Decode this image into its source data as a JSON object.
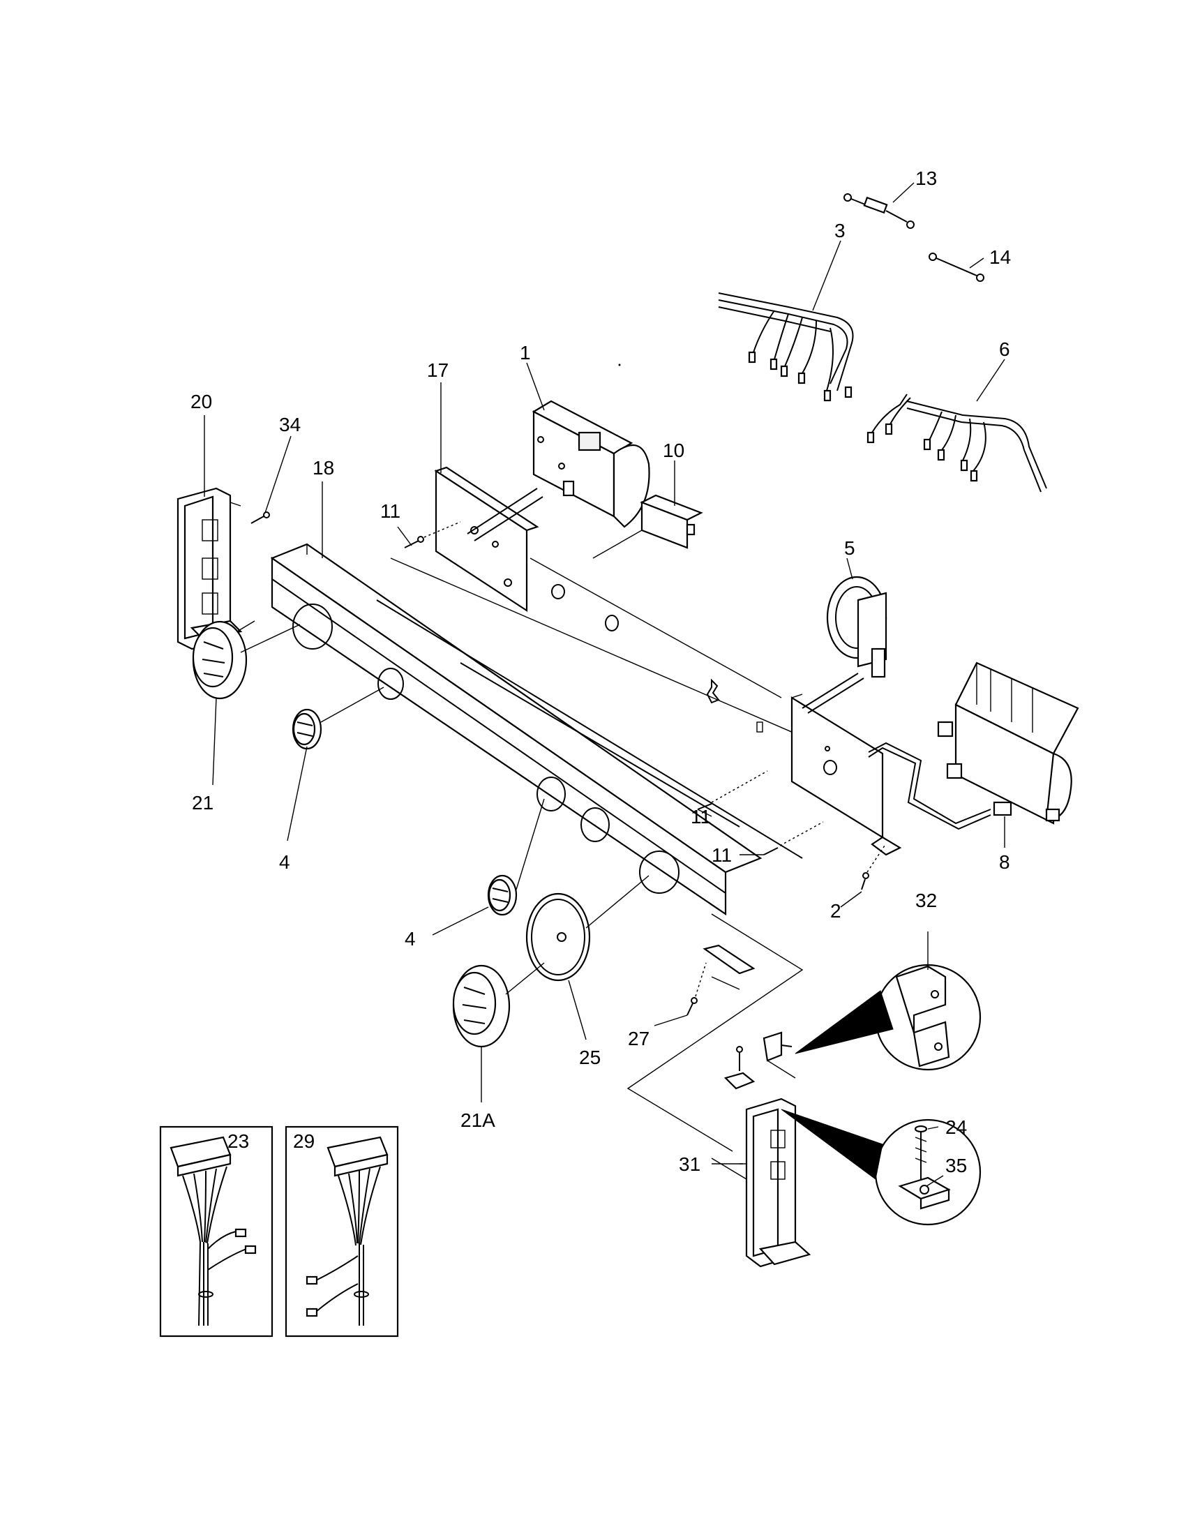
{
  "labels": {
    "p1": "1",
    "p2": "2",
    "p3": "3",
    "p4a": "4",
    "p4b": "4",
    "p5": "5",
    "p6": "6",
    "p8": "8",
    "p10": "10",
    "p11a": "11",
    "p11b": "11",
    "p11c": "11",
    "p13": "13",
    "p14": "14",
    "p17": "17",
    "p18": "18",
    "p20": "20",
    "p21": "21",
    "p21a": "21A",
    "p23": "23",
    "p24": "24",
    "p25": "25",
    "p27": "27",
    "p29": "29",
    "p31": "31",
    "p32": "32",
    "p34": "34",
    "p35": "35"
  },
  "colors": {
    "line": "#000000",
    "paper": "#ffffff"
  }
}
